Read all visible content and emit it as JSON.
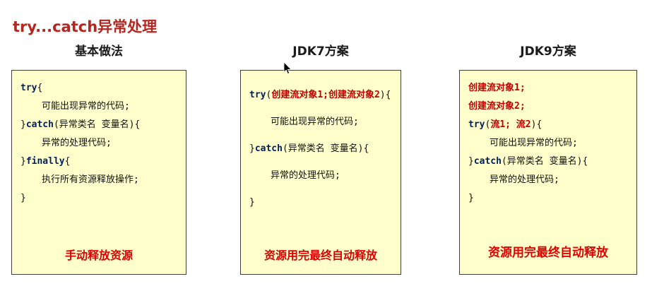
{
  "title": "try...catch异常处理",
  "colors": {
    "title_red": "#b22820",
    "footer_red": "#e00000",
    "code_red": "#c00000",
    "keyword_navy": "#002060",
    "box_bg": "#ffffcc",
    "box_border": "#404040"
  },
  "columns": [
    {
      "header": "基本做法",
      "footer": "手动释放资源",
      "code": [
        {
          "indent": 0,
          "segments": [
            {
              "t": "kw",
              "s": "try"
            },
            {
              "t": "plain",
              "s": "{"
            }
          ]
        },
        {
          "indent": 1,
          "segments": [
            {
              "t": "plain",
              "s": "可能出现异常的代码;"
            }
          ]
        },
        {
          "indent": 0,
          "segments": [
            {
              "t": "plain",
              "s": "}"
            },
            {
              "t": "kw",
              "s": "catch"
            },
            {
              "t": "plain",
              "s": "(异常类名 变量名){"
            }
          ]
        },
        {
          "indent": 1,
          "segments": [
            {
              "t": "plain",
              "s": "异常的处理代码;"
            }
          ]
        },
        {
          "indent": 0,
          "segments": [
            {
              "t": "plain",
              "s": "}"
            },
            {
              "t": "kw",
              "s": "finally"
            },
            {
              "t": "plain",
              "s": "{"
            }
          ]
        },
        {
          "indent": 1,
          "segments": [
            {
              "t": "plain",
              "s": "执行所有资源释放操作;"
            }
          ]
        },
        {
          "indent": 0,
          "segments": [
            {
              "t": "plain",
              "s": "}"
            }
          ]
        }
      ]
    },
    {
      "header": "JDK7方案",
      "footer": "资源用完最终自动释放",
      "code": [
        {
          "indent": 0,
          "segments": [
            {
              "t": "kw",
              "s": "try"
            },
            {
              "t": "plain",
              "s": "("
            },
            {
              "t": "red",
              "s": "创建流对象1;创建流对象2"
            },
            {
              "t": "plain",
              "s": "){"
            }
          ]
        },
        {
          "indent": 1,
          "segments": [
            {
              "t": "plain",
              "s": "可能出现异常的代码;"
            }
          ]
        },
        {
          "indent": 0,
          "segments": [
            {
              "t": "plain",
              "s": "}"
            },
            {
              "t": "kw",
              "s": "catch"
            },
            {
              "t": "plain",
              "s": "(异常类名 变量名){"
            }
          ]
        },
        {
          "indent": 1,
          "segments": [
            {
              "t": "plain",
              "s": "异常的处理代码;"
            }
          ]
        },
        {
          "indent": 0,
          "segments": [
            {
              "t": "plain",
              "s": "}"
            }
          ]
        }
      ]
    },
    {
      "header": "JDK9方案",
      "footer": "资源用完最终自动释放",
      "code": [
        {
          "indent": 0,
          "segments": [
            {
              "t": "red",
              "s": "创建流对象1;"
            }
          ]
        },
        {
          "indent": 0,
          "segments": [
            {
              "t": "red",
              "s": "创建流对象2;"
            }
          ]
        },
        {
          "indent": 0,
          "segments": [
            {
              "t": "kw",
              "s": "try"
            },
            {
              "t": "plain",
              "s": "("
            },
            {
              "t": "red",
              "s": "流1; 流2"
            },
            {
              "t": "plain",
              "s": "){"
            }
          ]
        },
        {
          "indent": 1,
          "segments": [
            {
              "t": "plain",
              "s": "可能出现异常的代码;"
            }
          ]
        },
        {
          "indent": 0,
          "segments": [
            {
              "t": "plain",
              "s": "}"
            },
            {
              "t": "kw",
              "s": "catch"
            },
            {
              "t": "plain",
              "s": "(异常类名 变量名){"
            }
          ]
        },
        {
          "indent": 1,
          "segments": [
            {
              "t": "plain",
              "s": "异常的处理代码;"
            }
          ]
        },
        {
          "indent": 0,
          "segments": [
            {
              "t": "plain",
              "s": "}"
            }
          ]
        }
      ]
    }
  ]
}
